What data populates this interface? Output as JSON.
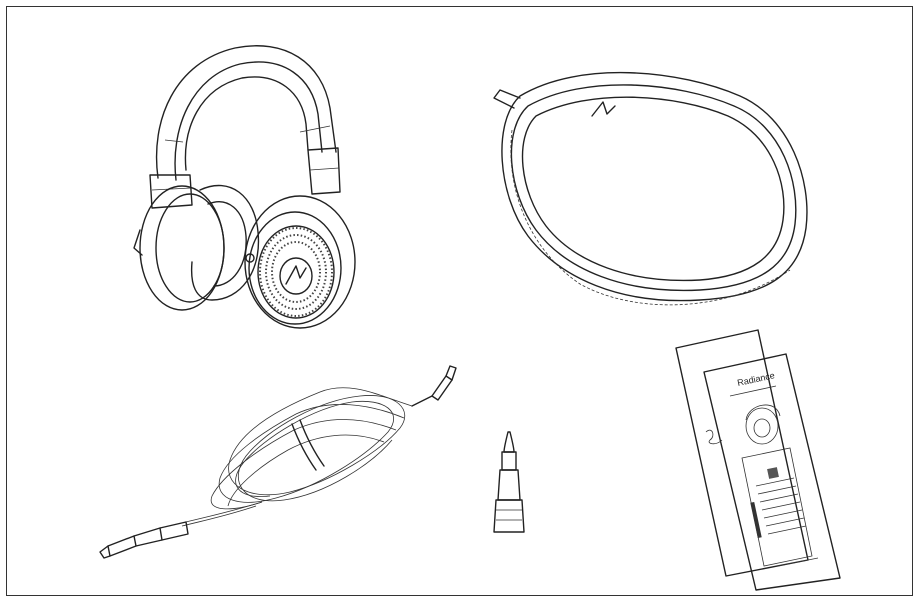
{
  "items": [
    {
      "id": "headphones",
      "icon": "headphones-icon"
    },
    {
      "id": "carry-case",
      "icon": "carry-case-icon"
    },
    {
      "id": "cable",
      "icon": "audio-cable-icon"
    },
    {
      "id": "adapter",
      "icon": "jack-adapter-icon"
    },
    {
      "id": "manual",
      "icon": "manual-booklet-icon"
    }
  ],
  "manual": {
    "title": "Radiance"
  },
  "colors": {
    "line": "#222222",
    "background": "#ffffff"
  }
}
